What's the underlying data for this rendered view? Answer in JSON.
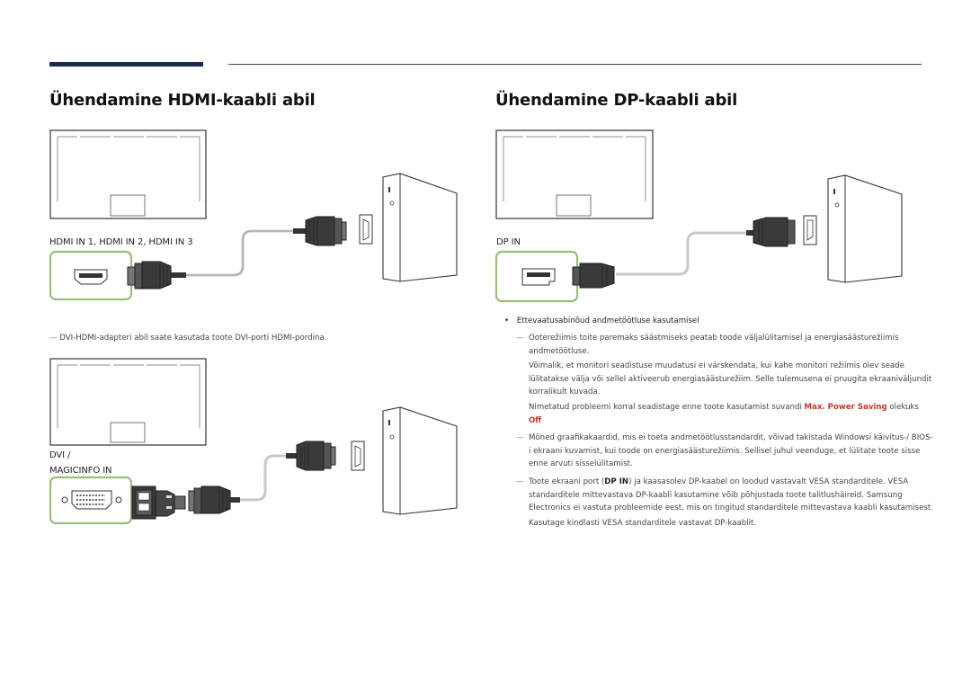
{
  "header": {
    "hdmi_title": "Ühendamine HDMI-kaabli abil",
    "dp_title": "Ühendamine DP-kaabli abil"
  },
  "hdmi": {
    "port_label": "HDMI IN 1, HDMI IN 2, HDMI IN 3",
    "note": "DVI-HDMI-adapteri abil saate kasutada toote DVI-porti HDMI-pordina."
  },
  "dvi": {
    "port_label_line1": "DVI /",
    "port_label_line2": "MAGICINFO IN"
  },
  "dp": {
    "port_label": "DP IN",
    "bullet": "Ettevaatusabinõud andmetöötluse kasutamisel",
    "note1_a": "Ooterežiimis toite paremaks säästmiseks peatab toode väljalülitamisel ja energiasäästurežiimis andmetöötluse.",
    "note1_b": "Võimalik, et monitori seadistuse muudatusi ei värskendata, kui kahe monitori režiimis olev seade lülitatakse välja või sellel aktiveerub energiasäästurežiim. Selle tulemusena ei pruugita ekraaniväljundit korralikult kuvada.",
    "note1_c_pre": "Nimetatud probleemi korral seadistage enne toote kasutamist suvandi",
    "note1_c_hl1": "Max. Power Saving",
    "note1_c_mid": "olekuks",
    "note1_c_hl2": "Off",
    "note2": "Mõned graafikakaardid, mis ei toeta andmetöötlusstandardit, võivad takistada Windowsi käivitus-/ BIOS-i ekraani kuvamist, kui toode on energiasäästurežiimis. Sellisel juhul veenduge, et lülitate toote sisse enne arvuti sisselülitamist.",
    "note3_pre": "Toote ekraani port (",
    "note3_bold": "DP IN",
    "note3_post": ") ja kaasasolev DP-kaabel on loodud vastavalt VESA standarditele. VESA standarditele mittevastava DP-kaabli kasutamine võib põhjustada toote talitlushäireid. Samsung Electronics ei vastuta probleemide eest, mis on tingitud standarditele mittevastava kaabli kasutamisest.",
    "note3_b": "Kasutage kindlasti VESA standarditele vastavat DP-kaablit."
  },
  "colors": {
    "accent_bar": "#1d2a4e",
    "port_frame": "#9dbb7a",
    "highlight": "#c0392b"
  }
}
